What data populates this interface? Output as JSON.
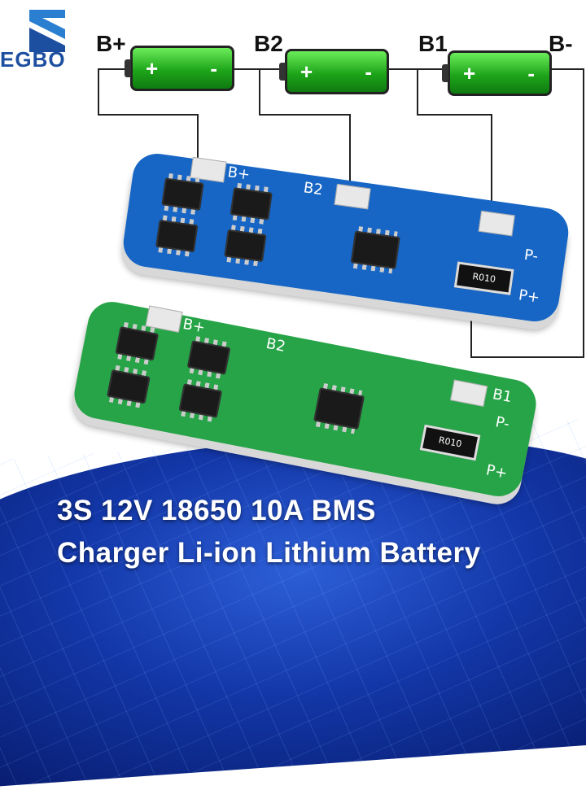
{
  "logo": {
    "text": "EGBO",
    "color": "#1d4fa0"
  },
  "terminals": [
    "B+",
    "B2",
    "B1",
    "B-"
  ],
  "battery": {
    "plus": "+",
    "minus": "-",
    "color": "#1ea51a"
  },
  "board_labels": {
    "b_plus": "B+",
    "b2": "B2",
    "b1": "B1",
    "p_minus": "P-",
    "p_plus": "P+",
    "shunt": "R010"
  },
  "boards": {
    "blue_color": "#1766c5",
    "green_color": "#26a447"
  },
  "caption": {
    "line1": "3S 12V 18650 10A BMS",
    "line2": "Charger Li-ion Lithium Battery"
  }
}
